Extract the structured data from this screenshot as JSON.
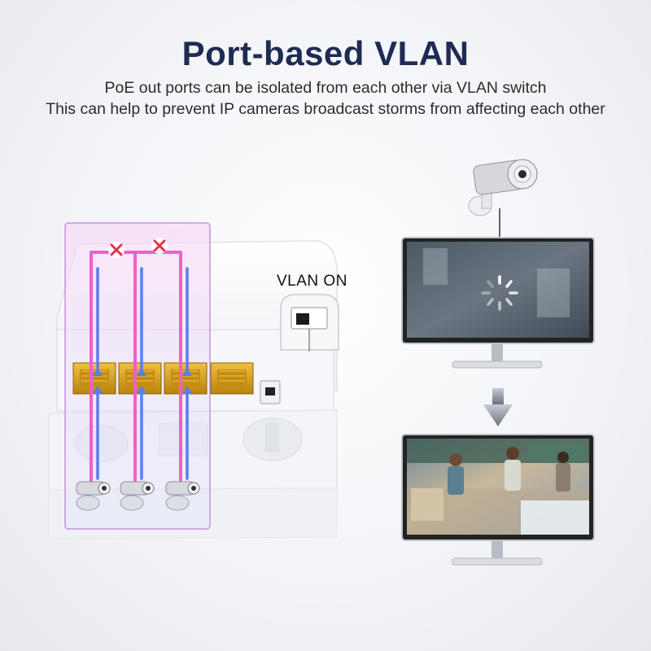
{
  "header": {
    "title": "Port-based VLAN",
    "subtitle_line1": "PoE out ports can be isolated from each other via VLAN switch",
    "subtitle_line2": "This can help to prevent IP cameras broadcast storms from affecting each other"
  },
  "device": {
    "vlan_label": "VLAN ON",
    "port_count": 4,
    "camera_count": 3
  },
  "isolation_marks": [
    "x-mark",
    "x-mark"
  ],
  "monitors": {
    "top_state": "loading",
    "bottom_state": "live-video"
  },
  "colors": {
    "title": "#1f2b53",
    "port_gold": "#d9a21f",
    "cable_pink": "#ec5fd0",
    "cable_blue": "#5a7df0",
    "highlight_box": "#e58ad8",
    "x_mark": "#e0334a"
  }
}
